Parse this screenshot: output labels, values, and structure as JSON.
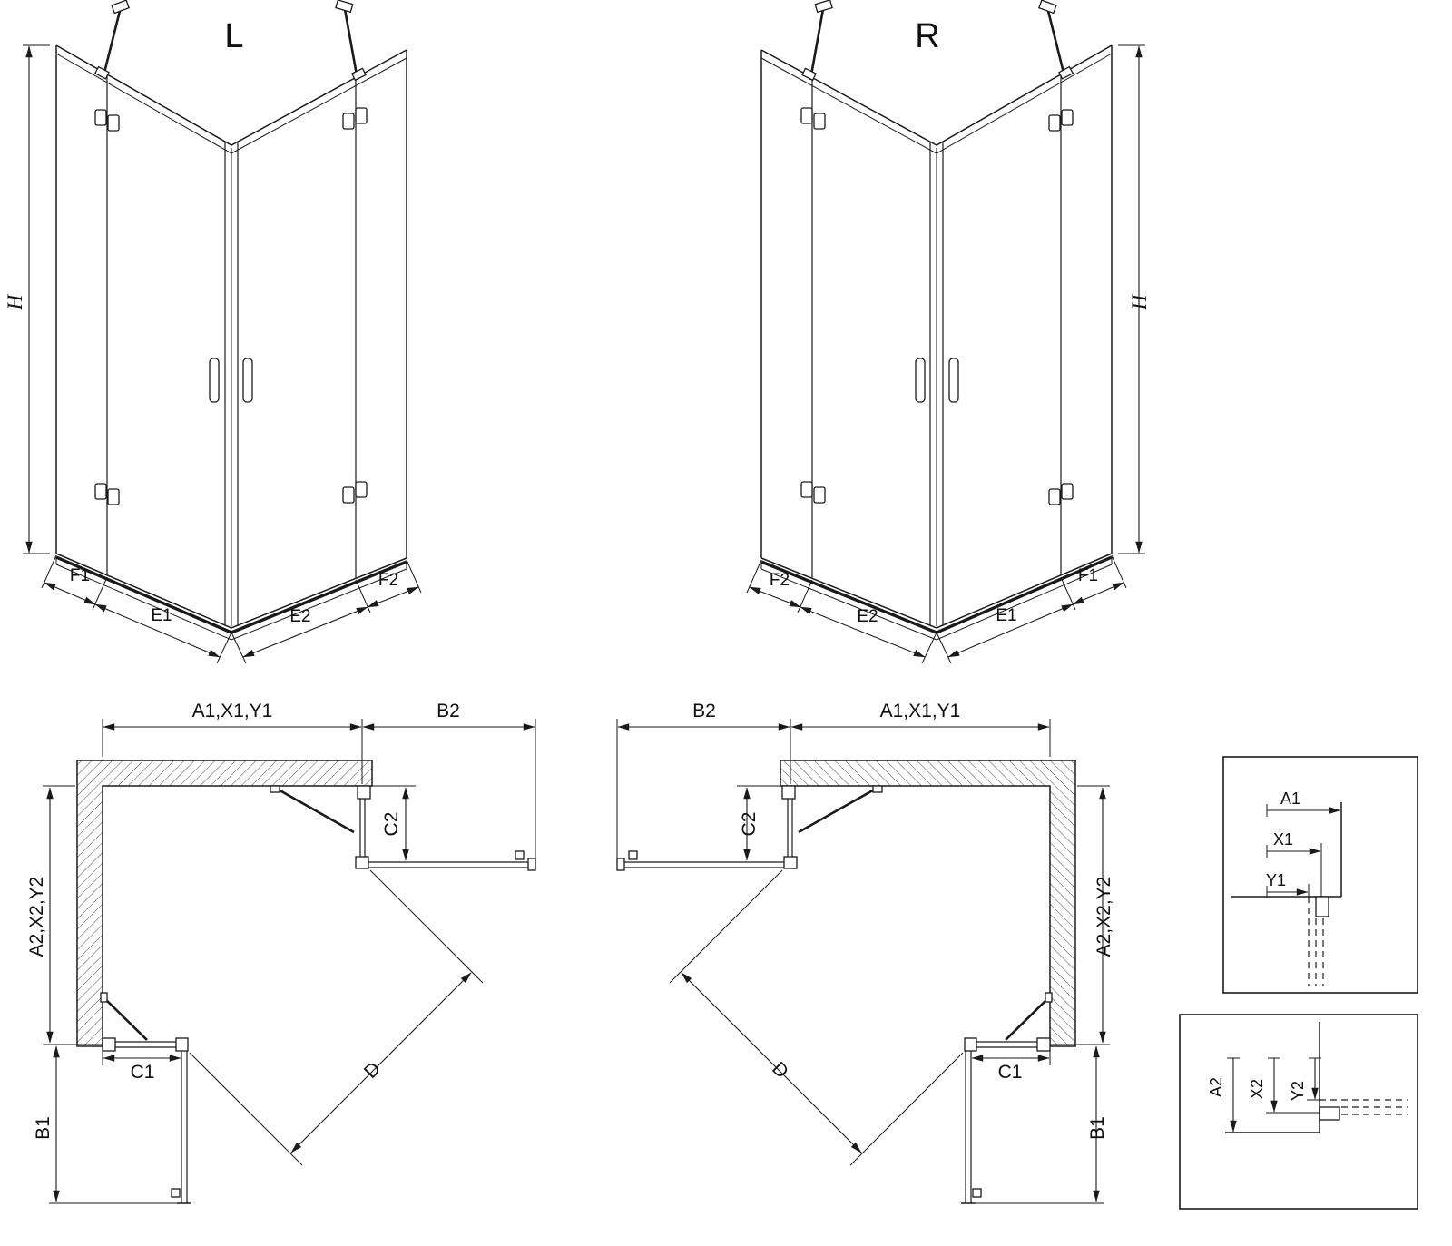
{
  "style": {
    "background": "#ffffff",
    "line_color": "#1a1a1a"
  },
  "front_views": {
    "left": {
      "title": "L",
      "height_dim": "H",
      "bottom_dims": [
        "F1",
        "E1",
        "E2",
        "F2"
      ]
    },
    "right": {
      "title": "R",
      "height_dim": "H",
      "bottom_dims": [
        "F2",
        "E2",
        "E1",
        "F1"
      ]
    }
  },
  "plan_views": {
    "left": {
      "width_dim": "A1,X1,Y1",
      "door_width_dim": "B2",
      "return_panel_dim": "C2",
      "depth_dim": "A2,X2,Y2",
      "fixed_panel_dim": "C1",
      "door_length_dim": "B1",
      "diagonal_dim": "D"
    },
    "right": {
      "width_dim": "A1,X1,Y1",
      "door_width_dim": "B2",
      "return_panel_dim": "C2",
      "depth_dim": "A2,X2,Y2",
      "fixed_panel_dim": "C1",
      "door_length_dim": "B1",
      "diagonal_dim": "D"
    }
  },
  "detail_views": {
    "horizontal": {
      "dims": [
        "A1",
        "X1",
        "Y1"
      ]
    },
    "vertical": {
      "dims": [
        "A2",
        "X2",
        "Y2"
      ]
    }
  }
}
